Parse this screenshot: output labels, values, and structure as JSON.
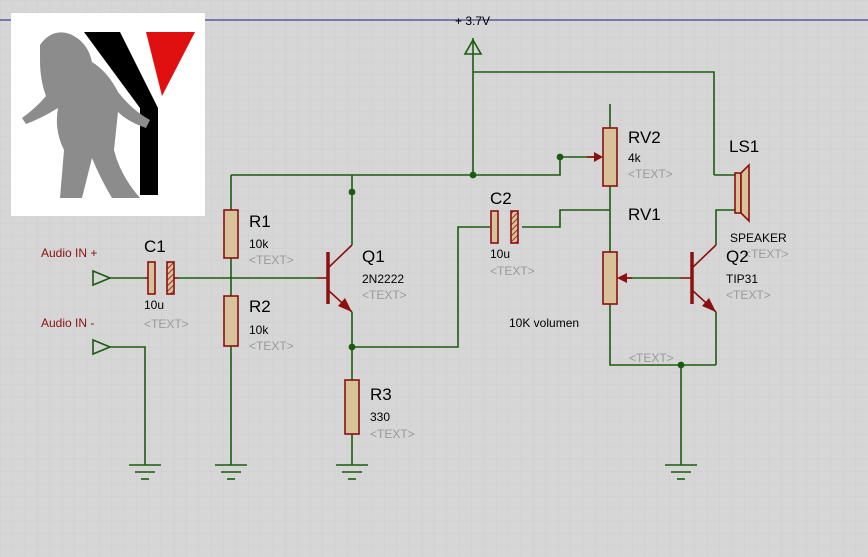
{
  "schematic": {
    "power_label": "+ 3.7V",
    "ports": {
      "audio_in_plus": "Audio IN +",
      "audio_in_minus": "Audio IN -"
    },
    "components": {
      "c1": {
        "ref": "C1",
        "value": "10u",
        "text": "<TEXT>"
      },
      "r1": {
        "ref": "R1",
        "value": "10k",
        "text": "<TEXT>"
      },
      "r2": {
        "ref": "R2",
        "value": "10k",
        "text": "<TEXT>"
      },
      "q1": {
        "ref": "Q1",
        "value": "2N2222",
        "text": "<TEXT>"
      },
      "r3": {
        "ref": "R3",
        "value": "330",
        "text": "<TEXT>"
      },
      "c2": {
        "ref": "C2",
        "value": "10u",
        "text": "<TEXT>"
      },
      "rv2": {
        "ref": "RV2",
        "value": "4k",
        "text": "<TEXT>"
      },
      "rv1": {
        "ref": "RV1",
        "value": "10K  volumen",
        "text": "<TEXT>"
      },
      "ls1": {
        "ref": "LS1",
        "value": "SPEAKER",
        "text": "<TEXT>"
      },
      "q2": {
        "ref": "Q2",
        "value": "TIP31",
        "text": "<TEXT>"
      }
    },
    "colors": {
      "background": "#d6d6d6",
      "grid": "#c7c7c7",
      "wire": "#1a5c0f",
      "component": "#8b1010",
      "component_fill": "#d7c29a",
      "port_text": "#8b1010",
      "rail": "#1a1a8c"
    }
  }
}
